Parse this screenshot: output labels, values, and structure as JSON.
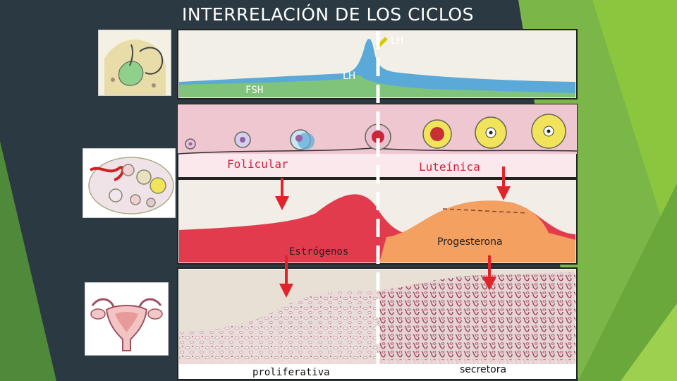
{
  "slide": {
    "title": "INTERRELACIÓN DE LOS CICLOS",
    "colors": {
      "background": "#2b3a42",
      "accent_green": "#7ab648",
      "fsh_green": "#7fc47a",
      "lh_blue": "#5aa9d8",
      "estrogen_red": "#e23b4e",
      "progesterone_orange": "#f4a060",
      "arrow_red": "#e0242a"
    }
  },
  "hormones": {
    "lh_peak_label": "LH",
    "lh_label": "LH",
    "fsh_label": "FSH"
  },
  "ovary": {
    "phase_follicular": "Folicular",
    "phase_luteal": "Luteínica"
  },
  "ovarian_hormones": {
    "estrogen_label": "Estrógenos",
    "progesterone_label": "Progesterona"
  },
  "endometrium": {
    "proliferative_label": "proliferativa",
    "secretory_label": "secretora"
  }
}
